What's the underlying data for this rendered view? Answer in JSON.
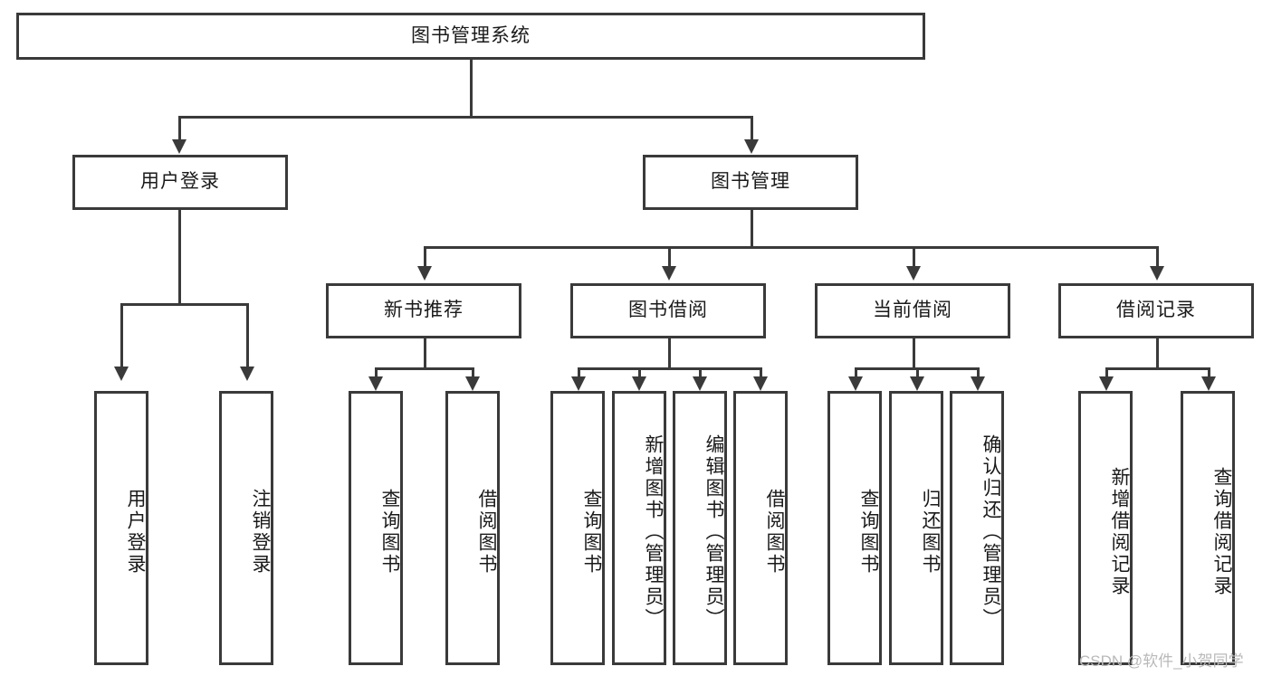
{
  "diagram": {
    "type": "tree-hierarchy-flowchart",
    "root": {
      "id": "root",
      "label": "图书管理系统"
    },
    "level2": [
      {
        "id": "user-login",
        "label": "用户登录"
      },
      {
        "id": "book-manage",
        "label": "图书管理"
      }
    ],
    "level3": [
      {
        "id": "new-book-rec",
        "label": "新书推荐"
      },
      {
        "id": "book-borrow",
        "label": "图书借阅"
      },
      {
        "id": "current-borrow",
        "label": "当前借阅"
      },
      {
        "id": "borrow-record",
        "label": "借阅记录"
      }
    ],
    "leaves": [
      {
        "id": "leaf-user-login",
        "label": "用户登录"
      },
      {
        "id": "leaf-logout-login",
        "label": "注销登录"
      },
      {
        "id": "leaf-query-book-1",
        "label": "查询图书"
      },
      {
        "id": "leaf-borrow-book-1",
        "label": "借阅图书"
      },
      {
        "id": "leaf-query-book-2",
        "label": "查询图书"
      },
      {
        "id": "leaf-add-book",
        "label": "新增图书（管理员）"
      },
      {
        "id": "leaf-edit-book",
        "label": "编辑图书（管理员）"
      },
      {
        "id": "leaf-borrow-book-2",
        "label": "借阅图书"
      },
      {
        "id": "leaf-query-book-3",
        "label": "查询图书"
      },
      {
        "id": "leaf-return-book",
        "label": "归还图书"
      },
      {
        "id": "leaf-confirm-return",
        "label": "确认归还（管理员）"
      },
      {
        "id": "leaf-add-record",
        "label": "新增借阅记录"
      },
      {
        "id": "leaf-query-record",
        "label": "查询借阅记录"
      }
    ]
  },
  "watermark": {
    "text": "CSDN @软件_小贺同学"
  },
  "colors": {
    "stroke": "#3a3a3a",
    "fill": "#ffffff",
    "text": "#1a1a1a",
    "watermark": "#b9b9b9"
  }
}
